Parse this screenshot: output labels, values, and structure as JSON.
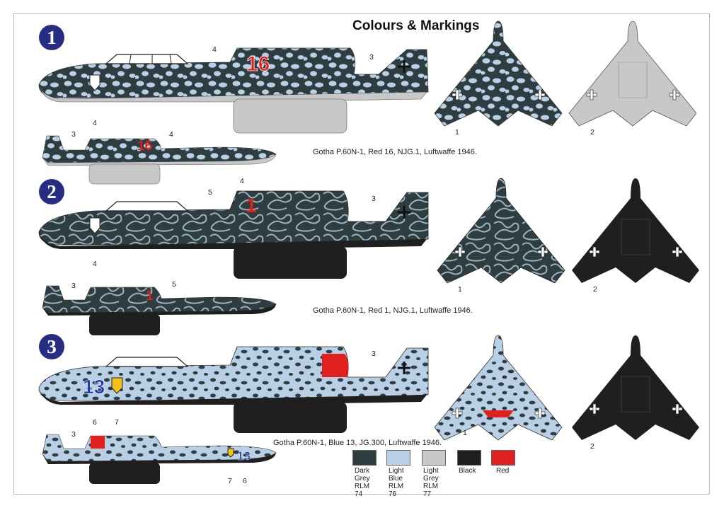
{
  "title": "Colours & Markings",
  "schemes": [
    {
      "number": "1",
      "caption": "Gotha P.60N-1, Red 16, NJG.1, Luftwaffe 1946.",
      "code": "16"
    },
    {
      "number": "2",
      "caption": "Gotha P.60N-1, Red 1, NJG.1, Luftwaffe 1946.",
      "code": "1"
    },
    {
      "number": "3",
      "caption": "Gotha P.60N-1, Blue 13, JG.300, Luftwaffe 1946.",
      "code": "13"
    }
  ],
  "callouts": {
    "c1": "1",
    "c2": "2",
    "c3": "3",
    "c4": "4",
    "c5": "5",
    "c6": "6",
    "c7": "7"
  },
  "colors": {
    "dark_grey": "#2d3d40",
    "light_blue": "#b9cfe6",
    "light_grey": "#c8c8c8",
    "black": "#1f1f1f",
    "red": "#e0201f",
    "badge": "#262d82"
  },
  "legend": [
    {
      "label": "Dark Grey RLM 74",
      "color": "#2d3d40"
    },
    {
      "label": "Light Blue RLM 76",
      "color": "#b9cfe6"
    },
    {
      "label": "Light Grey RLM 77",
      "color": "#c8c8c8"
    },
    {
      "label": "Black",
      "color": "#1f1f1f"
    },
    {
      "label": "Red",
      "color": "#e0201f"
    }
  ]
}
